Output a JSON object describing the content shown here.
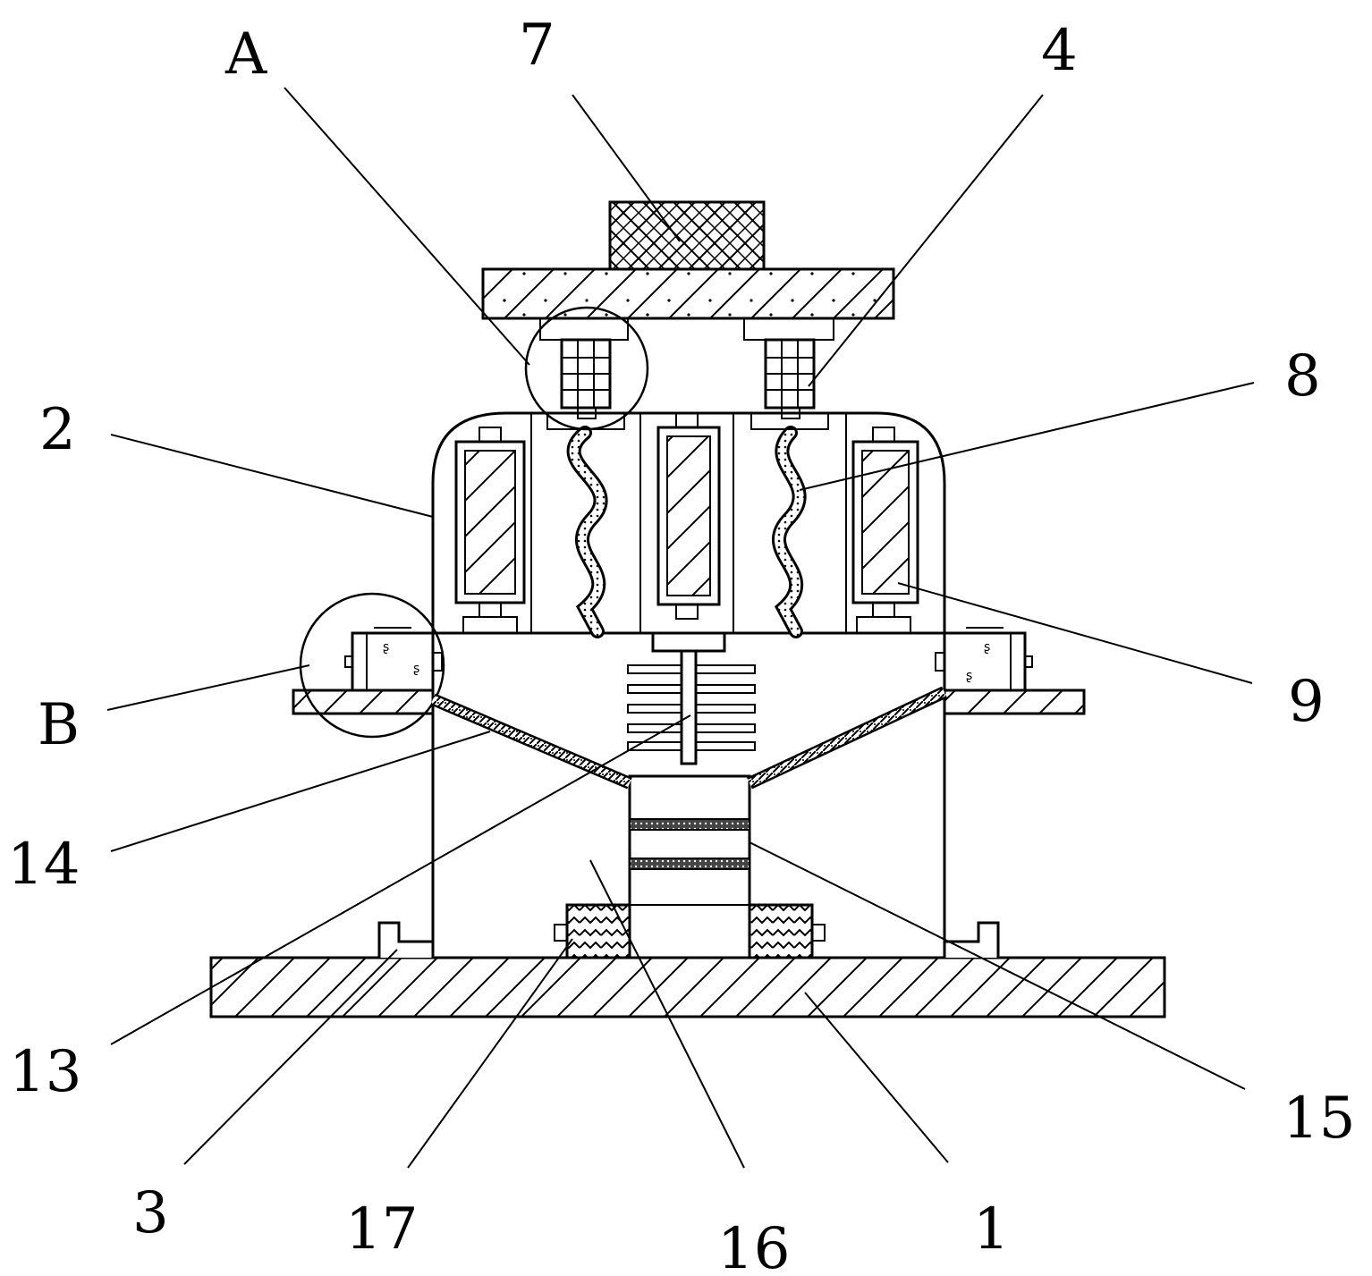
{
  "diagram": {
    "labels": [
      {
        "id": "A",
        "text": "A"
      },
      {
        "id": "7",
        "text": "7"
      },
      {
        "id": "4",
        "text": "4"
      },
      {
        "id": "8",
        "text": "8"
      },
      {
        "id": "2",
        "text": "2"
      },
      {
        "id": "9",
        "text": "9"
      },
      {
        "id": "B",
        "text": "B"
      },
      {
        "id": "14",
        "text": "14"
      },
      {
        "id": "13",
        "text": "13"
      },
      {
        "id": "15",
        "text": "15"
      },
      {
        "id": "3",
        "text": "3"
      },
      {
        "id": "17",
        "text": "17"
      },
      {
        "id": "16",
        "text": "16"
      },
      {
        "id": "1",
        "text": "1"
      }
    ]
  },
  "colors": {
    "stroke": "#000000",
    "background": "#ffffff"
  }
}
